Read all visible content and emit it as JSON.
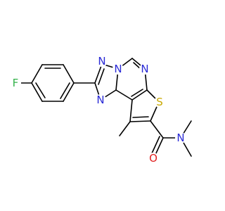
{
  "molecule": {
    "atoms": {
      "fluorine": {
        "symbol": "F",
        "color": "#33b24a"
      },
      "triazole_n1": {
        "symbol": "N",
        "color": "#2a2ad6"
      },
      "triazole_n2": {
        "symbol": "N",
        "color": "#2a2ad6"
      },
      "triazole_n4": {
        "symbol": "N",
        "color": "#2a2ad6"
      },
      "pyrimidine_n": {
        "symbol": "N",
        "color": "#2a2ad6"
      },
      "sulfur": {
        "symbol": "S",
        "color": "#c8a800"
      },
      "oxygen": {
        "symbol": "O",
        "color": "#e02020"
      },
      "amide_n": {
        "symbol": "N",
        "color": "#2a2ad6"
      }
    },
    "bond_color": "#000000"
  }
}
